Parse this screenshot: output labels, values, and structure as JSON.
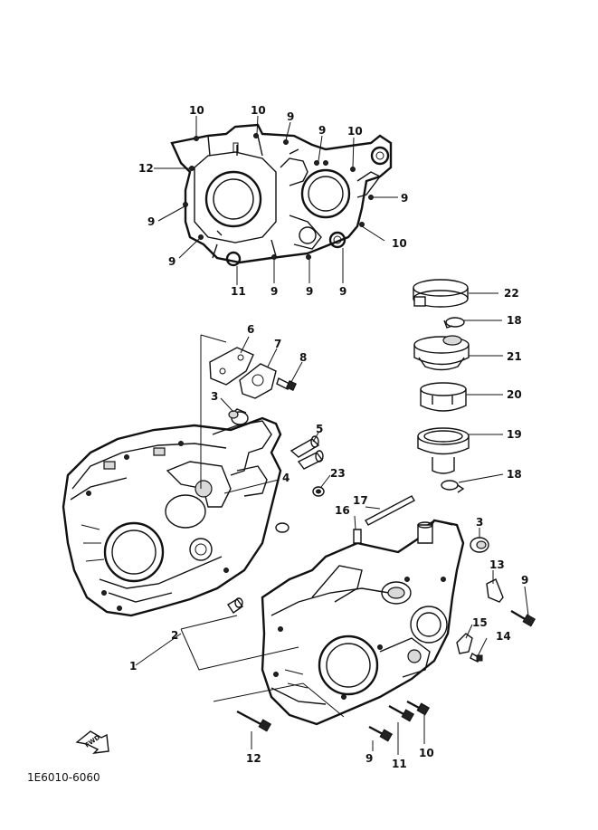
{
  "diagram_code": "1E6010-6060",
  "fwd_label": "FWD",
  "callouts": [
    {
      "id": "top-10a",
      "text": "10"
    },
    {
      "id": "top-10b",
      "text": "10"
    },
    {
      "id": "top-9a",
      "text": "9"
    },
    {
      "id": "top-9b",
      "text": "9"
    },
    {
      "id": "top-10c",
      "text": "10"
    },
    {
      "id": "top-12",
      "text": "12"
    },
    {
      "id": "top-9c",
      "text": "9"
    },
    {
      "id": "top-9d",
      "text": "9"
    },
    {
      "id": "top-9e",
      "text": "9"
    },
    {
      "id": "top-10d",
      "text": "10"
    },
    {
      "id": "top-11",
      "text": "11"
    },
    {
      "id": "top-9f",
      "text": "9"
    },
    {
      "id": "top-9g",
      "text": "9"
    },
    {
      "id": "top-9h",
      "text": "9"
    },
    {
      "id": "p22",
      "text": "22"
    },
    {
      "id": "p18a",
      "text": "18"
    },
    {
      "id": "p21",
      "text": "21"
    },
    {
      "id": "p20",
      "text": "20"
    },
    {
      "id": "p19",
      "text": "19"
    },
    {
      "id": "p18b",
      "text": "18"
    },
    {
      "id": "p6",
      "text": "6"
    },
    {
      "id": "p7",
      "text": "7"
    },
    {
      "id": "p8",
      "text": "8"
    },
    {
      "id": "p3a",
      "text": "3"
    },
    {
      "id": "p5",
      "text": "5"
    },
    {
      "id": "p4",
      "text": "4"
    },
    {
      "id": "p23",
      "text": "23"
    },
    {
      "id": "p17",
      "text": "17"
    },
    {
      "id": "p16",
      "text": "16"
    },
    {
      "id": "p3b",
      "text": "3"
    },
    {
      "id": "p13",
      "text": "13"
    },
    {
      "id": "p9a",
      "text": "9"
    },
    {
      "id": "p2",
      "text": "2"
    },
    {
      "id": "p1",
      "text": "1"
    },
    {
      "id": "p15",
      "text": "15"
    },
    {
      "id": "p14",
      "text": "14"
    },
    {
      "id": "p12",
      "text": "12"
    },
    {
      "id": "p9b",
      "text": "9"
    },
    {
      "id": "p11",
      "text": "11"
    },
    {
      "id": "p10",
      "text": "10"
    }
  ]
}
